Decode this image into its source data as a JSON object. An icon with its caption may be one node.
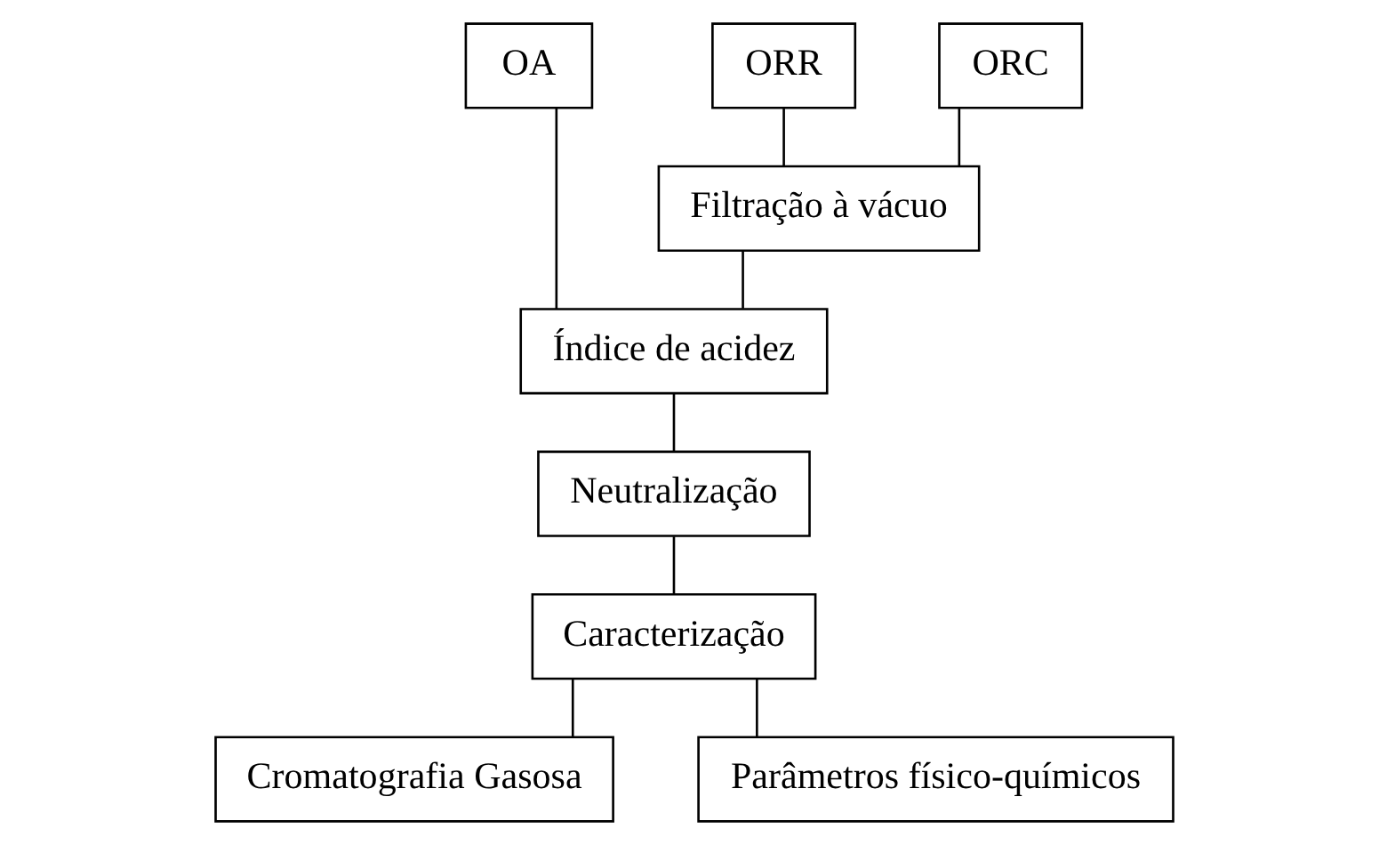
{
  "diagram": {
    "nodes": [
      {
        "text": [
          "OA"
        ]
      },
      {
        "text": [
          "ORR"
        ]
      },
      {
        "text": [
          "ORC"
        ]
      },
      {
        "text": [
          "Filtração à vácuo"
        ]
      },
      {
        "text": [
          "Índice de acidez"
        ]
      },
      {
        "text": [
          "Neutralização"
        ]
      },
      {
        "text": [
          "Caracterização"
        ]
      },
      {
        "text": [
          "Cromatografia Gasosa"
        ]
      },
      {
        "text": [
          "Parâmetros físico-químicos"
        ]
      }
    ],
    "edges": [
      {
        "from": 0,
        "to": 4,
        "arrow": "none"
      },
      {
        "from": 1,
        "to": 3,
        "arrow": "none"
      },
      {
        "from": 2,
        "to": 3,
        "arrow": "none"
      },
      {
        "from": 3,
        "to": 4,
        "arrow": "none"
      },
      {
        "from": 4,
        "to": 5,
        "arrow": "none"
      },
      {
        "from": 5,
        "to": 6,
        "arrow": "none"
      },
      {
        "from": 6,
        "to": 7,
        "arrow": "none"
      },
      {
        "from": 6,
        "to": 8,
        "arrow": "none"
      }
    ]
  }
}
